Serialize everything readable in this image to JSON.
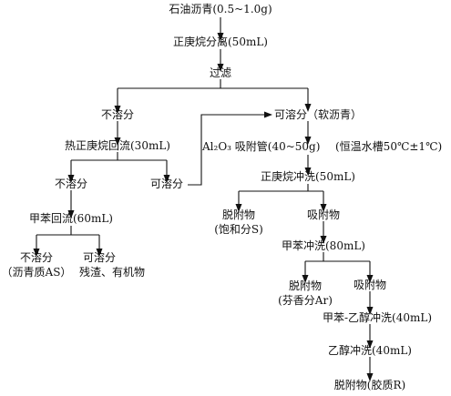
{
  "nodes": {
    "petroleum_asphalt": "石油沥青(0.5~1.0g)",
    "n_heptane_separation": "正庚烷分离(50mL)",
    "filtration": "过滤",
    "insoluble_1": "不溶分",
    "soluble_soft_asphalt": "可溶分（软沥青）",
    "hot_heptane_reflux": "热正庚烷回流(30mL)",
    "adsorption_tube": "Al₂O₃ 吸附管(40~50g)",
    "water_bath": "(恒温水槽50℃±1℃)",
    "insoluble_2": "不溶分",
    "soluble_2": "可溶分",
    "heptane_wash": "正庚烷冲洗(50mL)",
    "toluene_reflux": "甲苯回流(60mL)",
    "desorbed_saturates_1": "脱附物",
    "desorbed_saturates_2": "(饱和分S)",
    "adsorbed_1": "吸附物",
    "insoluble_3": "不溶分",
    "asphaltene": "（沥青质AS）",
    "soluble_3": "可溶分",
    "residue_organics": "残渣、有机物",
    "toluene_wash": "甲苯冲洗(80mL)",
    "desorbed_aromatics_1": "脱附物",
    "desorbed_aromatics_2": "(芬香分Ar)",
    "adsorbed_2": "吸附物",
    "toluene_ethanol_wash": "甲苯-乙醇冲洗(40mL)",
    "ethanol_wash": "乙醇冲洗(40mL)",
    "desorbed_resins": "脱附物(胶质R)"
  }
}
